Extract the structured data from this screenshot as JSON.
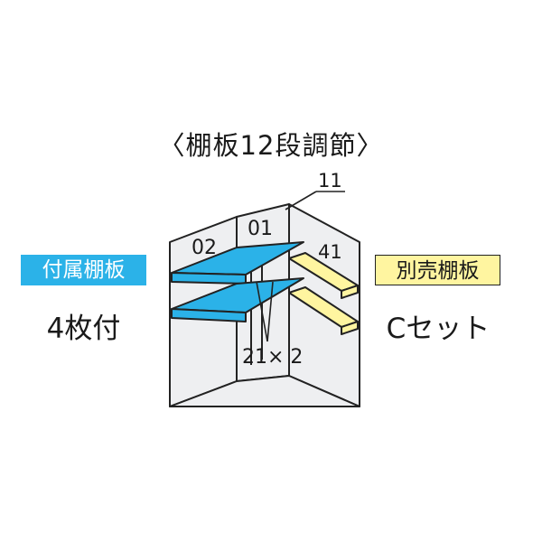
{
  "title": "〈棚板12段調節〉",
  "included": {
    "badge": "付属棚板",
    "count": "4枚付"
  },
  "sold_separately": {
    "badge": "別売棚板",
    "set": "Cセット"
  },
  "labels": {
    "left_bay": "02",
    "middle_bay": "01",
    "corner_top": "11",
    "right_bay": "41",
    "bottom": "21× 2"
  },
  "colors": {
    "included_shelf": "#2bb2e8",
    "sold_shelf": "#fff5a0",
    "cabinet_wall": "#eeeff1"
  }
}
